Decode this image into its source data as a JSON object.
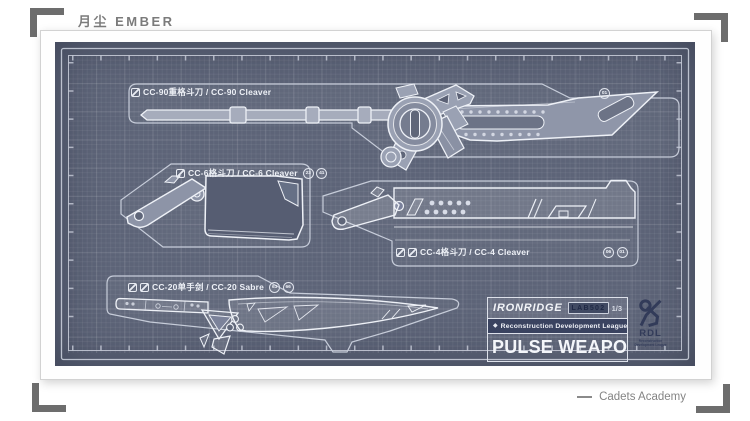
{
  "brand": {
    "logo_text": "月尘 EMBER"
  },
  "weapons": [
    {
      "label": "CC-90重格斗刀 / CC-90 Cleaver",
      "badges": [
        "01"
      ]
    },
    {
      "label": "CC-6格斗刀 / CC-6 Cleaver",
      "badges": [
        "23",
        "41"
      ]
    },
    {
      "label": "CC-4格斗刀 / CC-4 Cleaver",
      "badges": [
        "06",
        "01"
      ]
    },
    {
      "label": "CC-20单手剑 / CC-20 Sabre",
      "badges": [
        "63",
        "66"
      ]
    }
  ],
  "title_block": {
    "manufacturer": "IRONRIDGE",
    "lab_code": "LAB502",
    "sheet_index": "1/3",
    "organization": "Reconstruction Development League",
    "org_icon": "◆",
    "product_title": "PULSE WEAPON",
    "emblem_monogram": "RDL",
    "emblem_caption": "Reconstruction Development League"
  },
  "footer": {
    "credit": "Cadets Academy"
  },
  "colors": {
    "field_bg": "#5d6478",
    "drawing_line": "#eef1f7",
    "panel_line": "#c6ccd9",
    "emblem": "#323b59",
    "paper": "#fefefe",
    "crop_mark": "#6d6d6d"
  }
}
